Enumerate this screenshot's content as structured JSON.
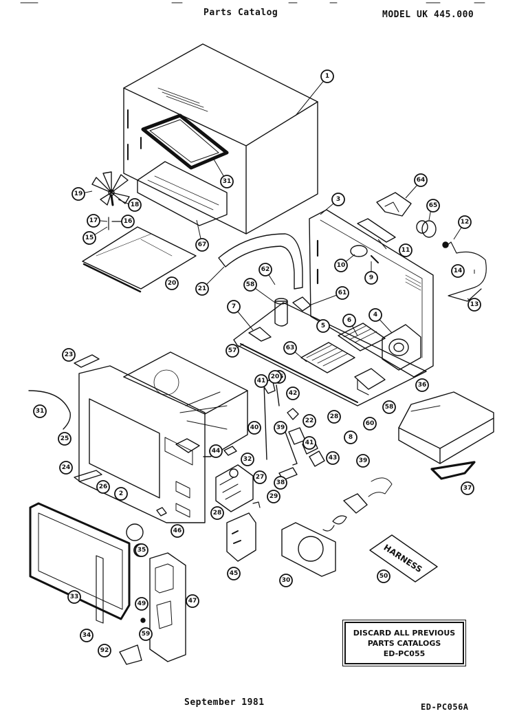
{
  "header": {
    "title": "Parts Catalog",
    "model": "MODEL UK 445.000"
  },
  "footer": {
    "date": "September 1981",
    "code": "ED-PC056A"
  },
  "notice": {
    "line1": "DISCARD ALL PREVIOUS",
    "line2": "PARTS CATALOGS",
    "line3": "ED-PC055"
  },
  "harness_label": "HARNESS",
  "callouts": [
    "1",
    "3",
    "64",
    "65",
    "12",
    "11",
    "10",
    "9",
    "14",
    "13",
    "19",
    "18",
    "17",
    "16",
    "15",
    "67",
    "31",
    "21",
    "62",
    "58",
    "61",
    "7",
    "4",
    "6",
    "57",
    "63",
    "20",
    "56",
    "23",
    "31",
    "41",
    "20",
    "42",
    "22",
    "40",
    "39",
    "41",
    "43",
    "25",
    "24",
    "26",
    "2",
    "44",
    "32",
    "27",
    "28",
    "29",
    "38",
    "46",
    "48",
    "35",
    "47",
    "33",
    "34",
    "45",
    "30",
    "49",
    "59",
    "92",
    "36",
    "37",
    "5",
    "58",
    "60",
    "8",
    "39",
    "28",
    "50"
  ]
}
